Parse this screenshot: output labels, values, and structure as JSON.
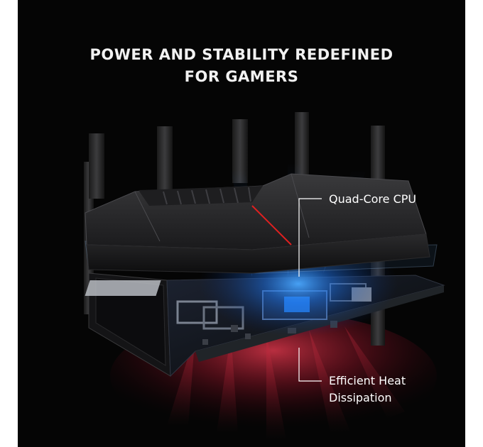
{
  "headline": {
    "line1": "POWER AND STABILITY REDEFINED",
    "line2": "FOR GAMERS"
  },
  "callouts": {
    "cpu": "Quad-Core CPU",
    "heat_line1": "Efficient Heat",
    "heat_line2": "Dissipation"
  },
  "colors": {
    "background": "#050505",
    "text": "#ffffff",
    "cpu_glow": "#2f8fff",
    "heat_glow": "#c0283c",
    "accent_red": "#e02020"
  }
}
